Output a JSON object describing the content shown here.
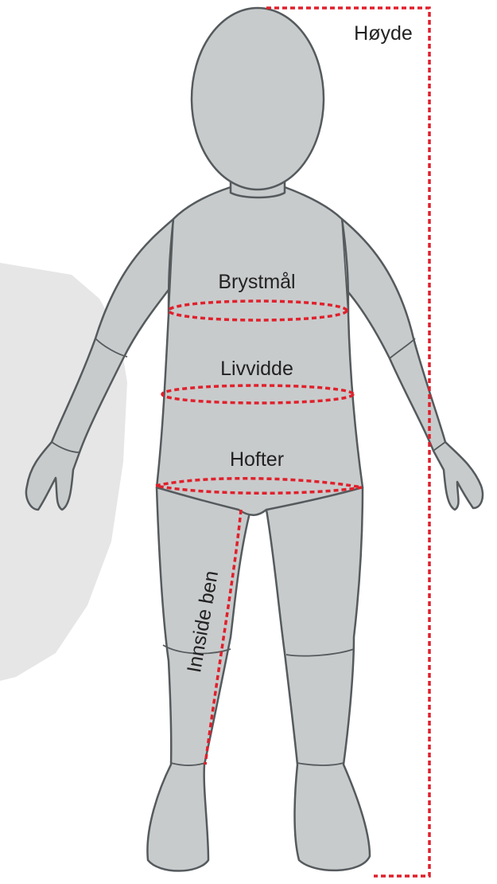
{
  "labels": {
    "height": "Høyde",
    "chest": "Brystmål",
    "waist": "Livvidde",
    "hips": "Hofter",
    "inseam": "Innside ben"
  },
  "colors": {
    "measure_line": "#e0202b",
    "body_fill": "#c8cbcc",
    "body_outline": "#555a5d",
    "background_shape": "#e6e6e6"
  }
}
